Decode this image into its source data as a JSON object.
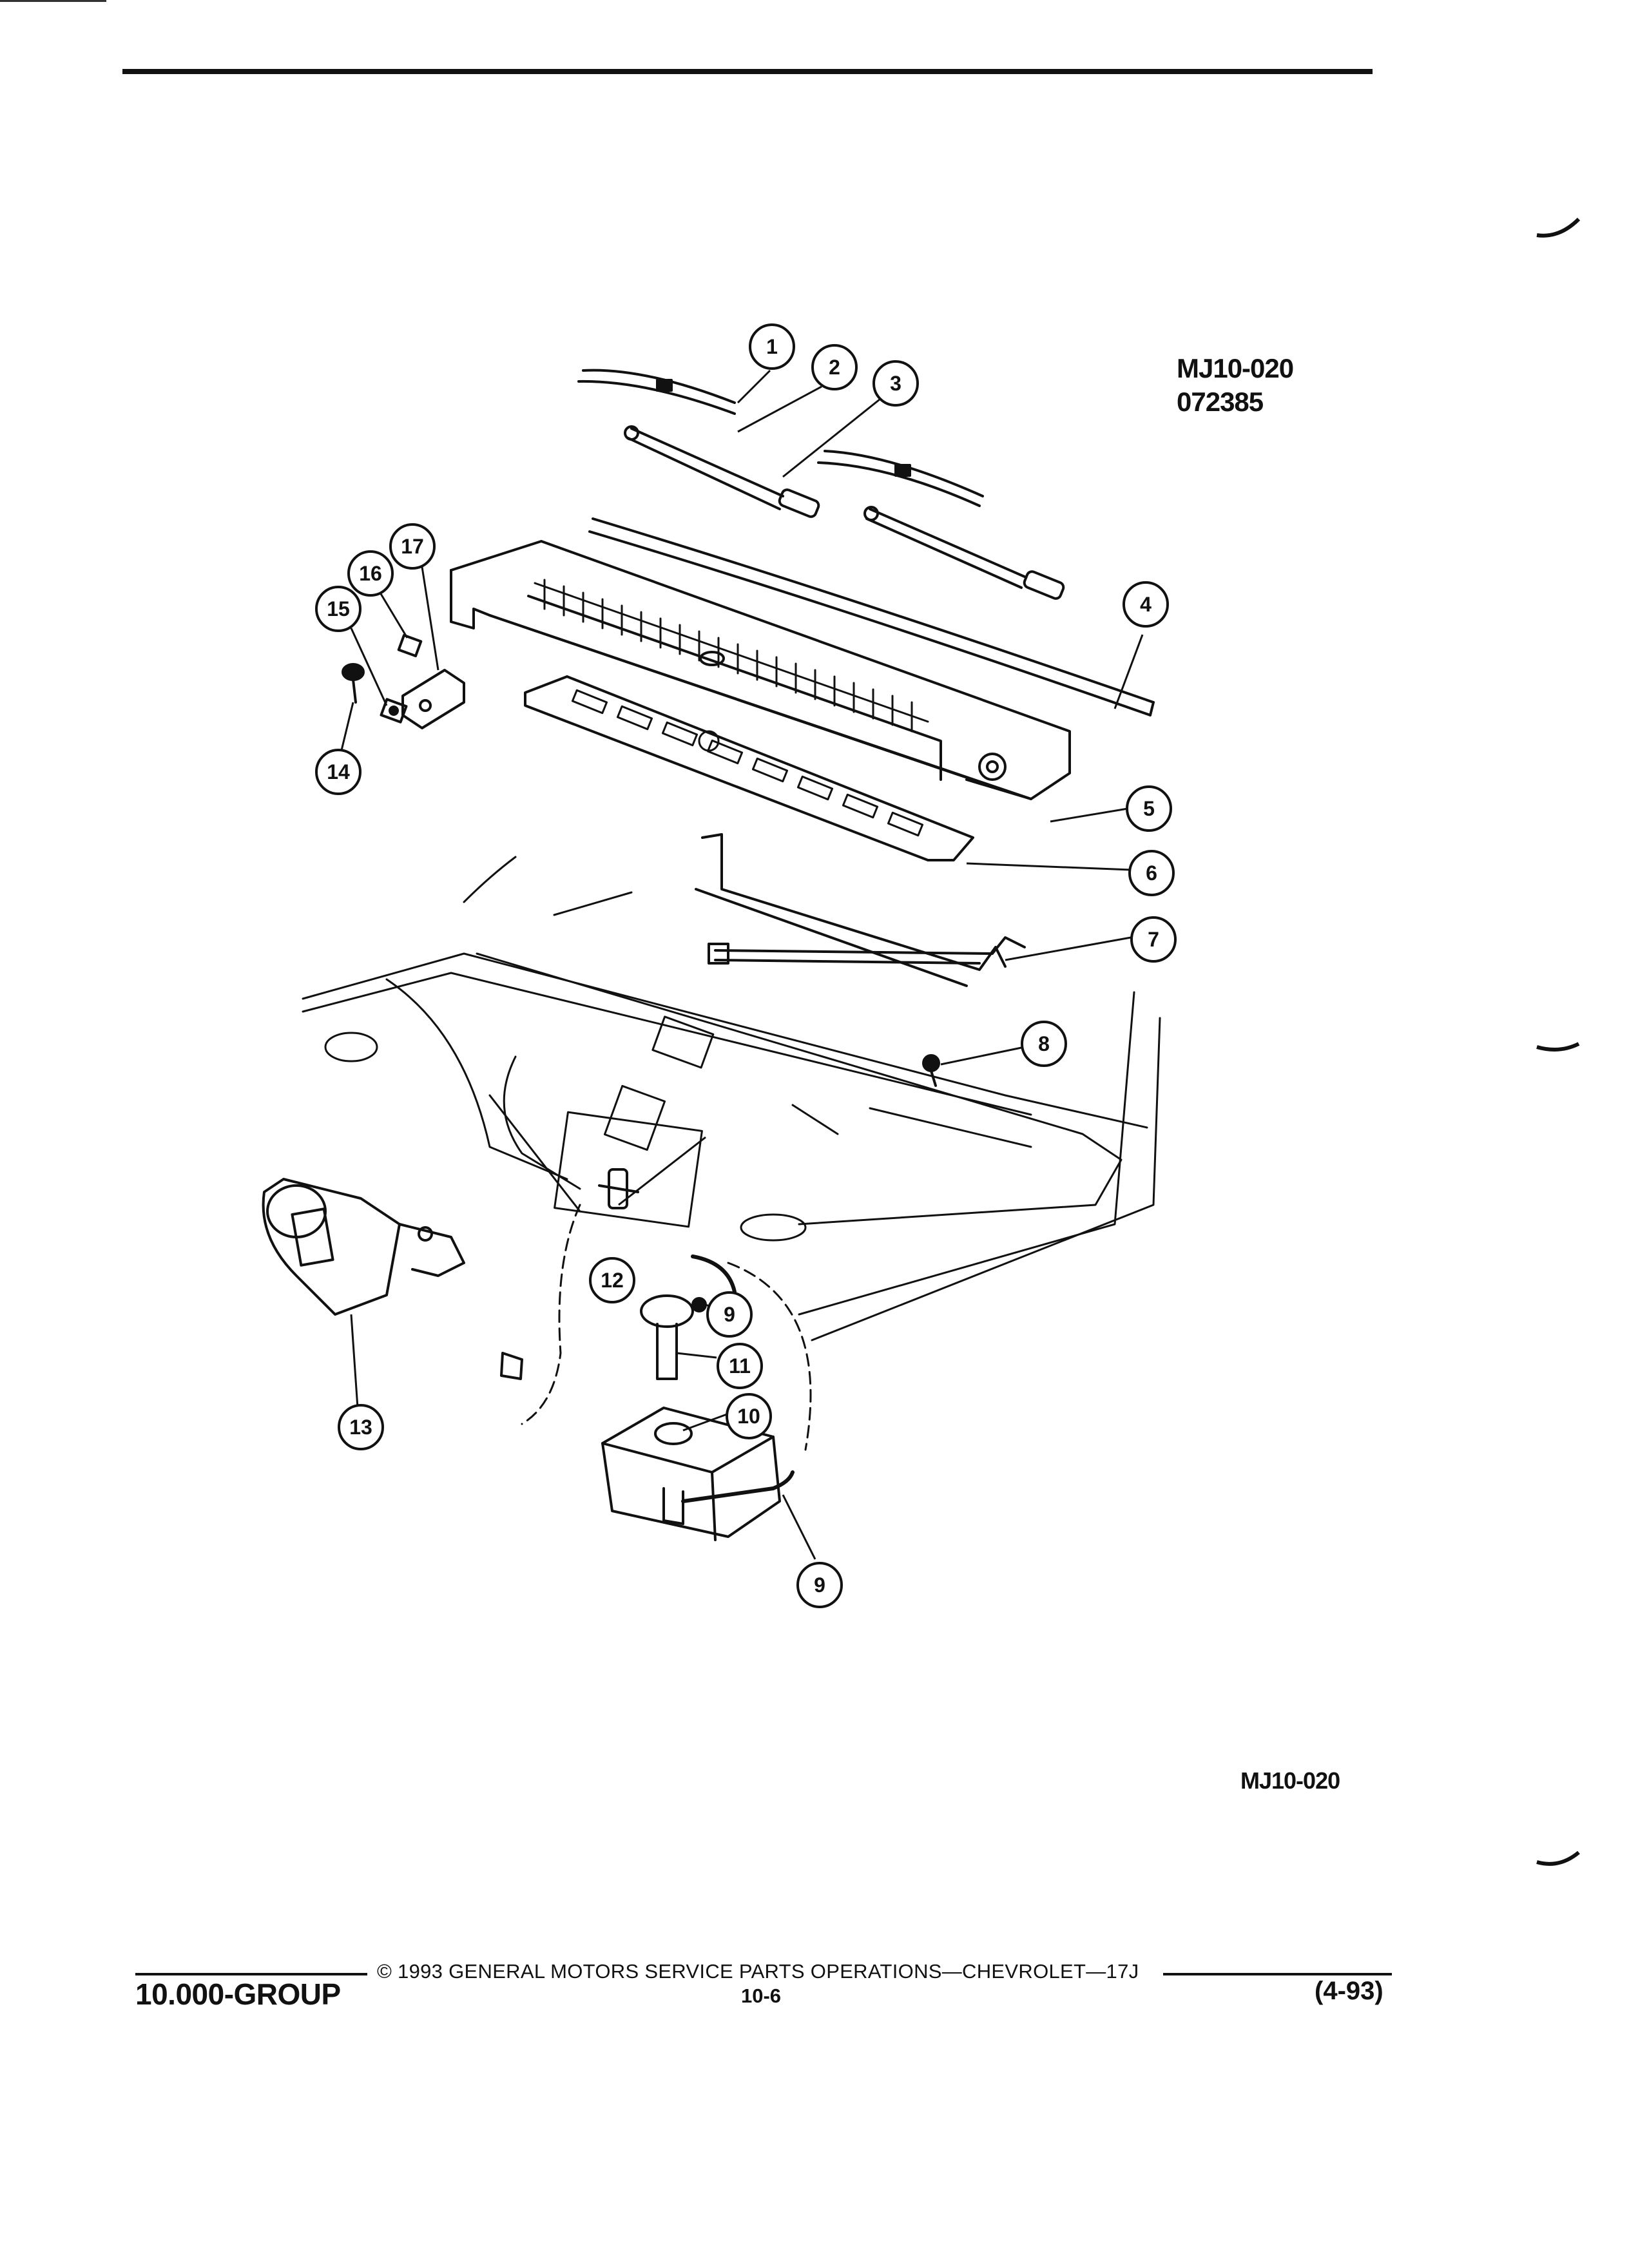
{
  "header": {
    "ref_code": "MJ10-020",
    "ref_number": "072385"
  },
  "figure_id": "MJ10-020",
  "callouts": [
    "1",
    "2",
    "3",
    "4",
    "5",
    "6",
    "7",
    "8",
    "9",
    "9",
    "10",
    "11",
    "12",
    "13",
    "14",
    "15",
    "16",
    "17"
  ],
  "footer": {
    "copyright": "© 1993  GENERAL MOTORS SERVICE PARTS OPERATIONS—CHEVROLET—17J",
    "group": "10.000-GROUP",
    "page_number": "10-6",
    "date_code": "(4-93)"
  }
}
